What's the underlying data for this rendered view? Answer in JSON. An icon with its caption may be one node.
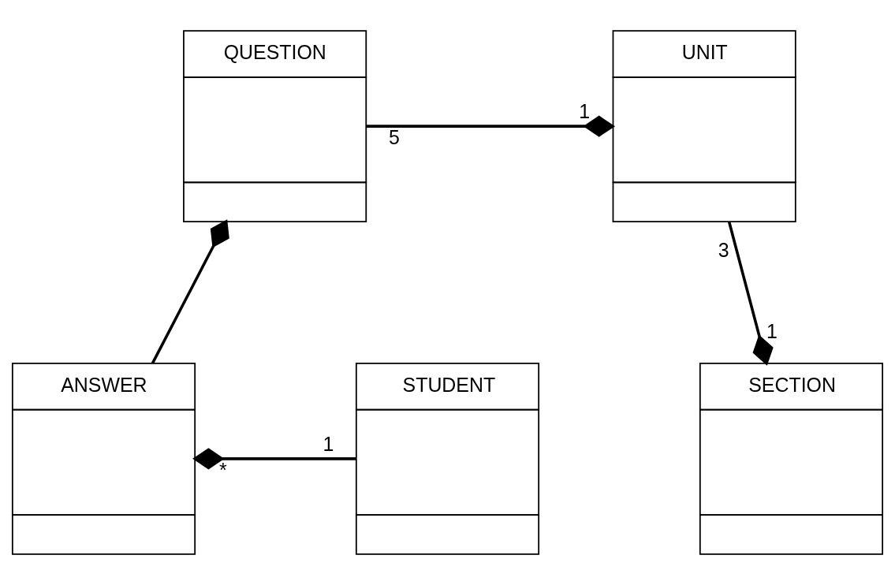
{
  "diagram": {
    "nodes": [
      {
        "text": [
          "UNIT"
        ]
      },
      {
        "text": [
          "QUESTION"
        ]
      },
      {
        "text": [
          "SECTION"
        ]
      },
      {
        "text": [
          "STUDENT"
        ]
      },
      {
        "text": [
          "ANSWER"
        ]
      }
    ],
    "edges": [
      {
        "from": 1,
        "to": 0,
        "arrow": "other"
      },
      {
        "from": 0,
        "to": 2,
        "arrow": "other"
      },
      {
        "from": 4,
        "to": 1,
        "arrow": "other"
      },
      {
        "from": 3,
        "to": 4,
        "arrow": "other"
      }
    ],
    "labels": [
      "1",
      "5",
      "3",
      "1",
      "*",
      "1"
    ]
  }
}
